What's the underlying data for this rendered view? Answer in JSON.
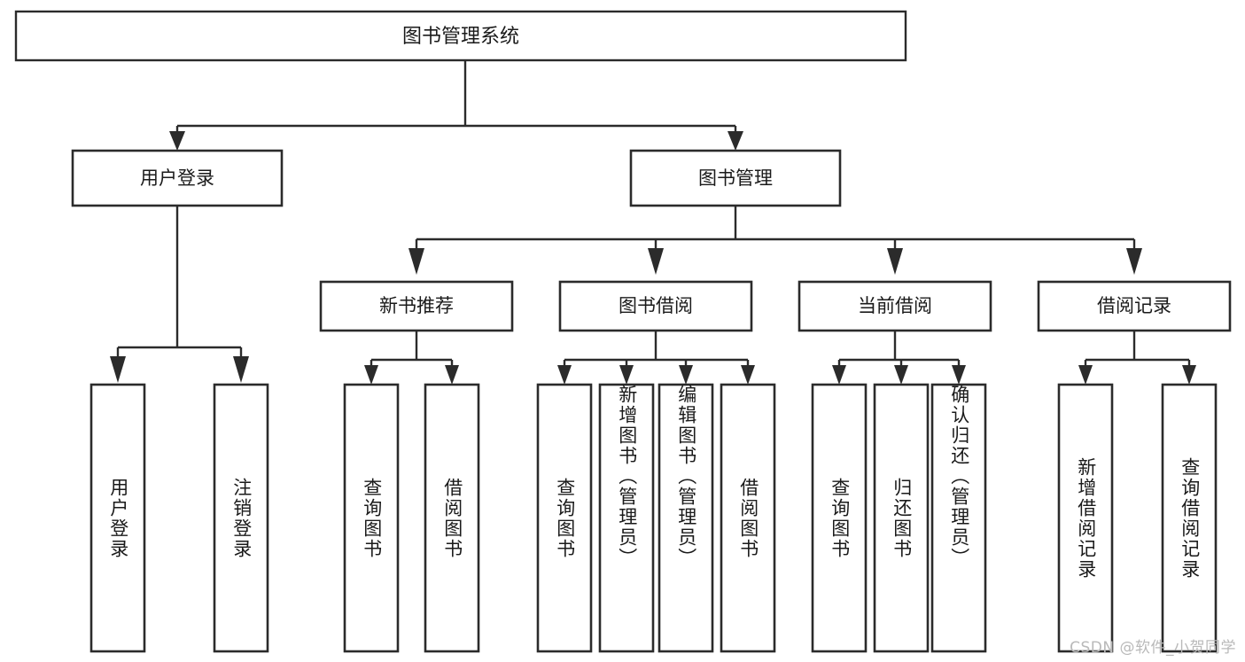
{
  "page": {
    "title": "图书管理系统 功能结构图",
    "background": "#ffffff",
    "stroke_color": "#2b2b2b",
    "text_color": "#1a1a1a",
    "watermark": "CSDN @软件_小贺同学",
    "watermark_color": "#b9b9b9"
  },
  "chart_data": {
    "type": "diagram",
    "subtype": "tree-hierarchy",
    "title": "图书管理系统",
    "orientation": "top-down",
    "nodes": [
      {
        "id": "root",
        "label": "图书管理系统",
        "level": 0,
        "text_direction": "horizontal"
      },
      {
        "id": "l1_login",
        "label": "用户登录",
        "level": 1,
        "parent": "root",
        "text_direction": "horizontal"
      },
      {
        "id": "l1_book",
        "label": "图书管理",
        "level": 1,
        "parent": "root",
        "text_direction": "horizontal"
      },
      {
        "id": "l2_newbook",
        "label": "新书推荐",
        "level": 2,
        "parent": "l1_book",
        "text_direction": "horizontal"
      },
      {
        "id": "l2_borrow",
        "label": "图书借阅",
        "level": 2,
        "parent": "l1_book",
        "text_direction": "horizontal"
      },
      {
        "id": "l2_current",
        "label": "当前借阅",
        "level": 2,
        "parent": "l1_book",
        "text_direction": "horizontal"
      },
      {
        "id": "l2_record",
        "label": "借阅记录",
        "level": 2,
        "parent": "l1_book",
        "text_direction": "horizontal"
      },
      {
        "id": "leaf_user_login",
        "label": "用户登录",
        "level": 2,
        "parent": "l1_login",
        "text_direction": "vertical"
      },
      {
        "id": "leaf_logout",
        "label": "注销登录",
        "level": 2,
        "parent": "l1_login",
        "text_direction": "vertical"
      },
      {
        "id": "leaf_nb_query",
        "label": "查询图书",
        "level": 3,
        "parent": "l2_newbook",
        "text_direction": "vertical"
      },
      {
        "id": "leaf_nb_borrow",
        "label": "借阅图书",
        "level": 3,
        "parent": "l2_newbook",
        "text_direction": "vertical"
      },
      {
        "id": "leaf_b_query",
        "label": "查询图书",
        "level": 3,
        "parent": "l2_borrow",
        "text_direction": "vertical"
      },
      {
        "id": "leaf_b_add",
        "label": "新增图书（管理员）",
        "level": 3,
        "parent": "l2_borrow",
        "text_direction": "vertical"
      },
      {
        "id": "leaf_b_edit",
        "label": "编辑图书（管理员）",
        "level": 3,
        "parent": "l2_borrow",
        "text_direction": "vertical"
      },
      {
        "id": "leaf_b_lend",
        "label": "借阅图书",
        "level": 3,
        "parent": "l2_borrow",
        "text_direction": "vertical"
      },
      {
        "id": "leaf_c_query",
        "label": "查询图书",
        "level": 3,
        "parent": "l2_current",
        "text_direction": "vertical"
      },
      {
        "id": "leaf_c_return",
        "label": "归还图书",
        "level": 3,
        "parent": "l2_current",
        "text_direction": "vertical"
      },
      {
        "id": "leaf_c_confirm",
        "label": "确认归还（管理员）",
        "level": 3,
        "parent": "l2_current",
        "text_direction": "vertical"
      },
      {
        "id": "leaf_r_add",
        "label": "新增借阅记录",
        "level": 3,
        "parent": "l2_record",
        "text_direction": "vertical"
      },
      {
        "id": "leaf_r_query",
        "label": "查询借阅记录",
        "level": 3,
        "parent": "l2_record",
        "text_direction": "vertical"
      }
    ],
    "edges": [
      {
        "from": "root",
        "to": "l1_login"
      },
      {
        "from": "root",
        "to": "l1_book"
      },
      {
        "from": "l1_login",
        "to": "leaf_user_login"
      },
      {
        "from": "l1_login",
        "to": "leaf_logout"
      },
      {
        "from": "l1_book",
        "to": "l2_newbook"
      },
      {
        "from": "l1_book",
        "to": "l2_borrow"
      },
      {
        "from": "l1_book",
        "to": "l2_current"
      },
      {
        "from": "l1_book",
        "to": "l2_record"
      },
      {
        "from": "l2_newbook",
        "to": "leaf_nb_query"
      },
      {
        "from": "l2_newbook",
        "to": "leaf_nb_borrow"
      },
      {
        "from": "l2_borrow",
        "to": "leaf_b_query"
      },
      {
        "from": "l2_borrow",
        "to": "leaf_b_add"
      },
      {
        "from": "l2_borrow",
        "to": "leaf_b_edit"
      },
      {
        "from": "l2_borrow",
        "to": "leaf_b_lend"
      },
      {
        "from": "l2_current",
        "to": "leaf_c_query"
      },
      {
        "from": "l2_current",
        "to": "leaf_c_return"
      },
      {
        "from": "l2_current",
        "to": "leaf_c_confirm"
      },
      {
        "from": "l2_record",
        "to": "leaf_r_add"
      },
      {
        "from": "l2_record",
        "to": "leaf_r_query"
      }
    ]
  },
  "labels": {
    "root": "图书管理系统",
    "l1_login": "用户登录",
    "l1_book": "图书管理",
    "l2_newbook": "新书推荐",
    "l2_borrow": "图书借阅",
    "l2_current": "当前借阅",
    "l2_record": "借阅记录",
    "leaf_user_login": "用户登录",
    "leaf_logout": "注销登录",
    "leaf_nb_query": "查询图书",
    "leaf_nb_borrow": "借阅图书",
    "leaf_b_query": "查询图书",
    "leaf_b_add": "新增图书（管理员）",
    "leaf_b_edit": "编辑图书（管理员）",
    "leaf_b_lend": "借阅图书",
    "leaf_c_query": "查询图书",
    "leaf_c_return": "归还图书",
    "leaf_c_confirm": "确认归还（管理员）",
    "leaf_r_add": "新增借阅记录",
    "leaf_r_query": "查询借阅记录"
  }
}
